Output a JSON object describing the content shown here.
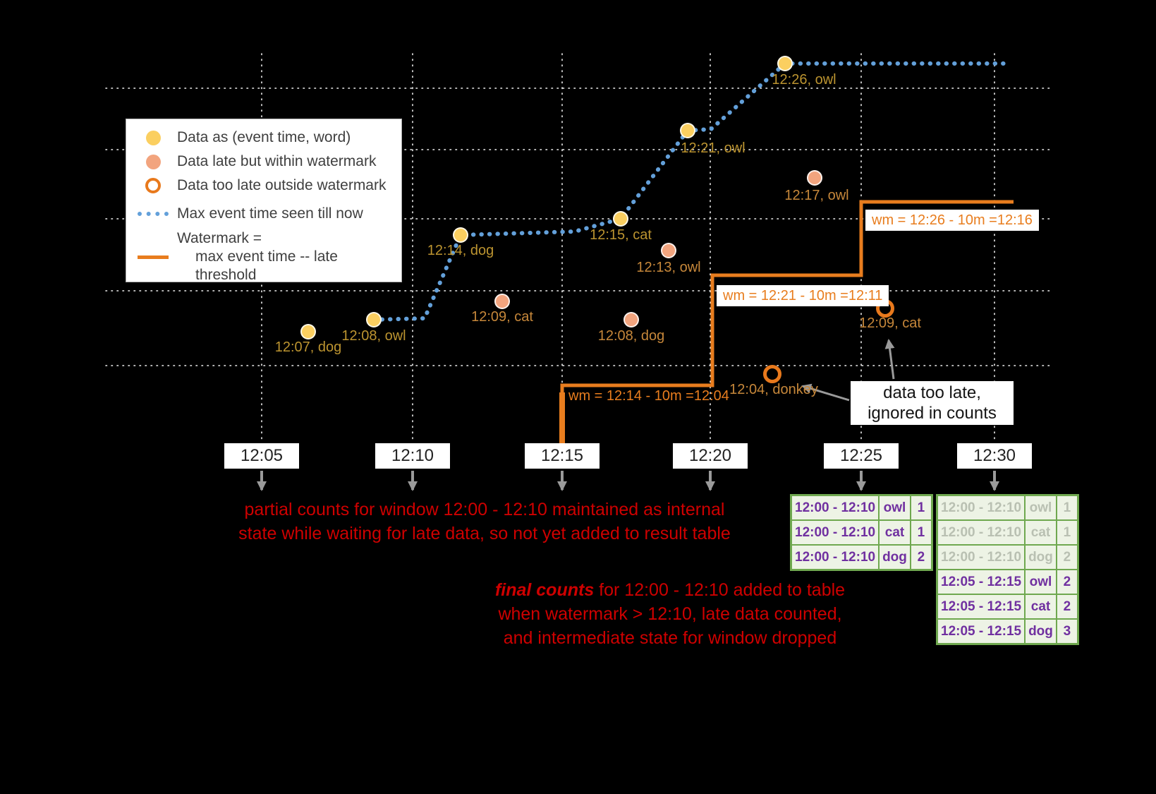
{
  "legend": {
    "items": [
      {
        "label": "Data as (event time, word)"
      },
      {
        "label": "Data late but within watermark"
      },
      {
        "label": "Data too late outside watermark"
      },
      {
        "label": "Max event time seen till now"
      },
      {
        "label": "Watermark =",
        "label2": "max event time -- late threshold"
      }
    ]
  },
  "points": [
    {
      "type": "on-time",
      "label": "12:07, dog"
    },
    {
      "type": "on-time",
      "label": "12:08, owl"
    },
    {
      "type": "on-time",
      "label": "12:14, dog"
    },
    {
      "type": "on-time",
      "label": "12:15, cat"
    },
    {
      "type": "on-time",
      "label": "12:21, owl"
    },
    {
      "type": "on-time",
      "label": "12:26, owl"
    },
    {
      "type": "late-within-watermark",
      "label": "12:09, cat"
    },
    {
      "type": "late-within-watermark",
      "label": "12:08, dog"
    },
    {
      "type": "late-within-watermark",
      "label": "12:13, owl"
    },
    {
      "type": "late-within-watermark",
      "label": "12:17, owl"
    },
    {
      "type": "too-late",
      "label": "12:04, donkey"
    },
    {
      "type": "too-late",
      "label": "12:09, cat"
    }
  ],
  "watermarks": [
    {
      "label": "wm = 12:14 - 10m =12:04"
    },
    {
      "label": "wm = 12:21 - 10m =12:11"
    },
    {
      "label": "wm = 12:26 - 10m =12:16"
    }
  ],
  "time_axis": [
    "12:05",
    "12:10",
    "12:15",
    "12:20",
    "12:25",
    "12:30"
  ],
  "annotations": {
    "partial1": "partial counts for window 12:00 - 12:10 maintained as internal",
    "partial2": "state while waiting for late data, so not yet added  to result table",
    "final_emph": "final counts",
    "final_rest": " for 12:00 - 12:10 added to table",
    "final2": "when watermark > 12:10, late data counted,",
    "final3": "and intermediate state for window dropped",
    "too_late1": "data too late,",
    "too_late2": "ignored in counts"
  },
  "result_tables": [
    {
      "rows": [
        {
          "window": "12:00 - 12:10",
          "word": "owl",
          "count": "1"
        },
        {
          "window": "12:00 - 12:10",
          "word": "cat",
          "count": "1"
        },
        {
          "window": "12:00 - 12:10",
          "word": "dog",
          "count": "2"
        }
      ]
    },
    {
      "rows": [
        {
          "window": "12:00 - 12:10",
          "word": "owl",
          "count": "1",
          "muted": true
        },
        {
          "window": "12:00 - 12:10",
          "word": "cat",
          "count": "1",
          "muted": true
        },
        {
          "window": "12:00 - 12:10",
          "word": "dog",
          "count": "2",
          "muted": true
        },
        {
          "window": "12:05 - 12:15",
          "word": "owl",
          "count": "2",
          "muted": false
        },
        {
          "window": "12:05 - 12:15",
          "word": "cat",
          "count": "2",
          "muted": false
        },
        {
          "window": "12:05 - 12:15",
          "word": "dog",
          "count": "3",
          "muted": false
        }
      ]
    }
  ],
  "colors": {
    "on_time_dot": "#FBCF60",
    "late_dot": "#F2A47E",
    "too_late_ring": "#E8791C",
    "max_event_line": "#63A0DA",
    "watermark_line": "#E87D1E",
    "annotation_red": "#CE0000",
    "table_border": "#6FA84F",
    "table_text": "#7030A0",
    "background": "#000000"
  }
}
